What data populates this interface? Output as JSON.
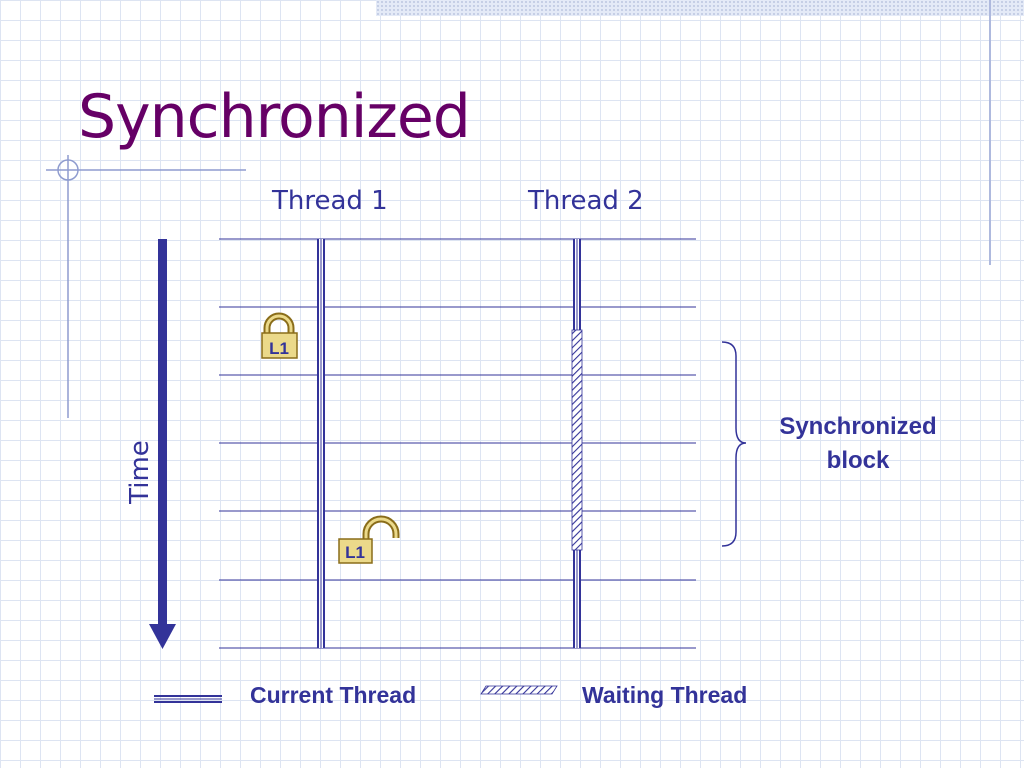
{
  "slide": {
    "title": "Synchronized",
    "time_label": "Time",
    "sync_block_line1": "Synchronized",
    "sync_block_line2": "block"
  },
  "threads": [
    {
      "label": "Thread 1"
    },
    {
      "label": "Thread 2"
    }
  ],
  "locks": [
    {
      "label": "L1",
      "state": "locked"
    },
    {
      "label": "L1",
      "state": "unlocked"
    }
  ],
  "legend": {
    "current_thread": "Current Thread",
    "waiting_thread": "Waiting Thread"
  },
  "colors": {
    "title": "#660066",
    "text": "#333399",
    "line": "#333399",
    "lock_fill": "#ebd98a",
    "lock_stroke": "#8a6d1a"
  },
  "icons": {
    "lock_closed": "padlock-closed-icon",
    "lock_open": "padlock-open-icon"
  }
}
